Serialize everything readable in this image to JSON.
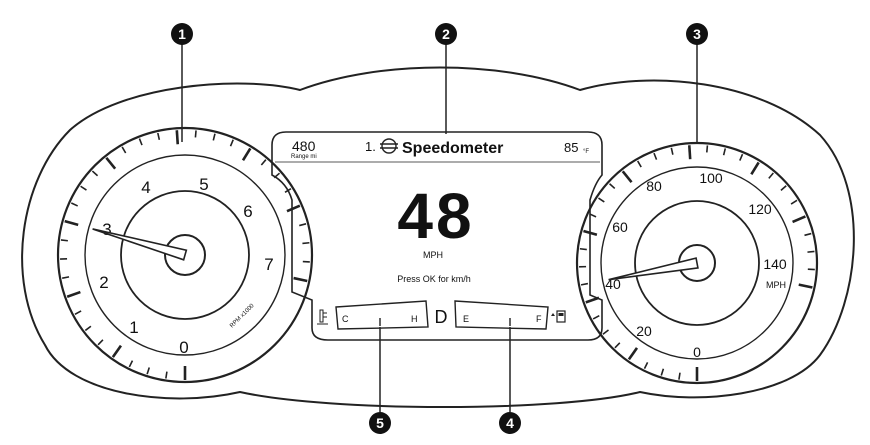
{
  "tachometer": {
    "numbers": [
      "0",
      "1",
      "2",
      "3",
      "4",
      "5",
      "6",
      "7"
    ],
    "unit_label": "RPM x1000",
    "needle_value": 3.0,
    "max": 8
  },
  "display": {
    "range_value": "480",
    "range_unit": "Range mi",
    "menu_index": "1.",
    "title": "Speedometer",
    "temperature": "85",
    "temperature_unit": "°F",
    "speed_value": "48",
    "speed_unit": "MPH",
    "hint": "Press OK for km/h",
    "gear": "D",
    "temp_gauge": {
      "low": "C",
      "high": "H",
      "icon": "coolant-temp-icon"
    },
    "fuel_gauge": {
      "low": "E",
      "high": "F",
      "icon": "fuel-pump-icon"
    }
  },
  "speedometer": {
    "numbers": [
      "0",
      "20",
      "40",
      "60",
      "80",
      "100",
      "120",
      "140"
    ],
    "unit_label": "MPH",
    "needle_value": 45
  },
  "callouts": [
    "1",
    "2",
    "3",
    "4",
    "5"
  ]
}
